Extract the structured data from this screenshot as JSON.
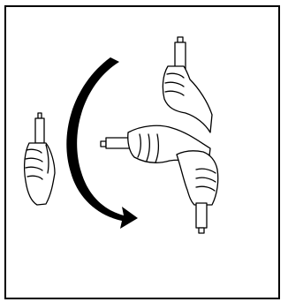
{
  "figure": {
    "frame_color": "#000000",
    "background": "#ffffff",
    "arrow_color": "#000000",
    "icon_names": [
      "hand-holding-probe-icon",
      "curved-rotation-arrow-icon"
    ],
    "hand_positions": [
      "vertical-left",
      "vertical-up",
      "horizontal",
      "vertical-down"
    ]
  }
}
